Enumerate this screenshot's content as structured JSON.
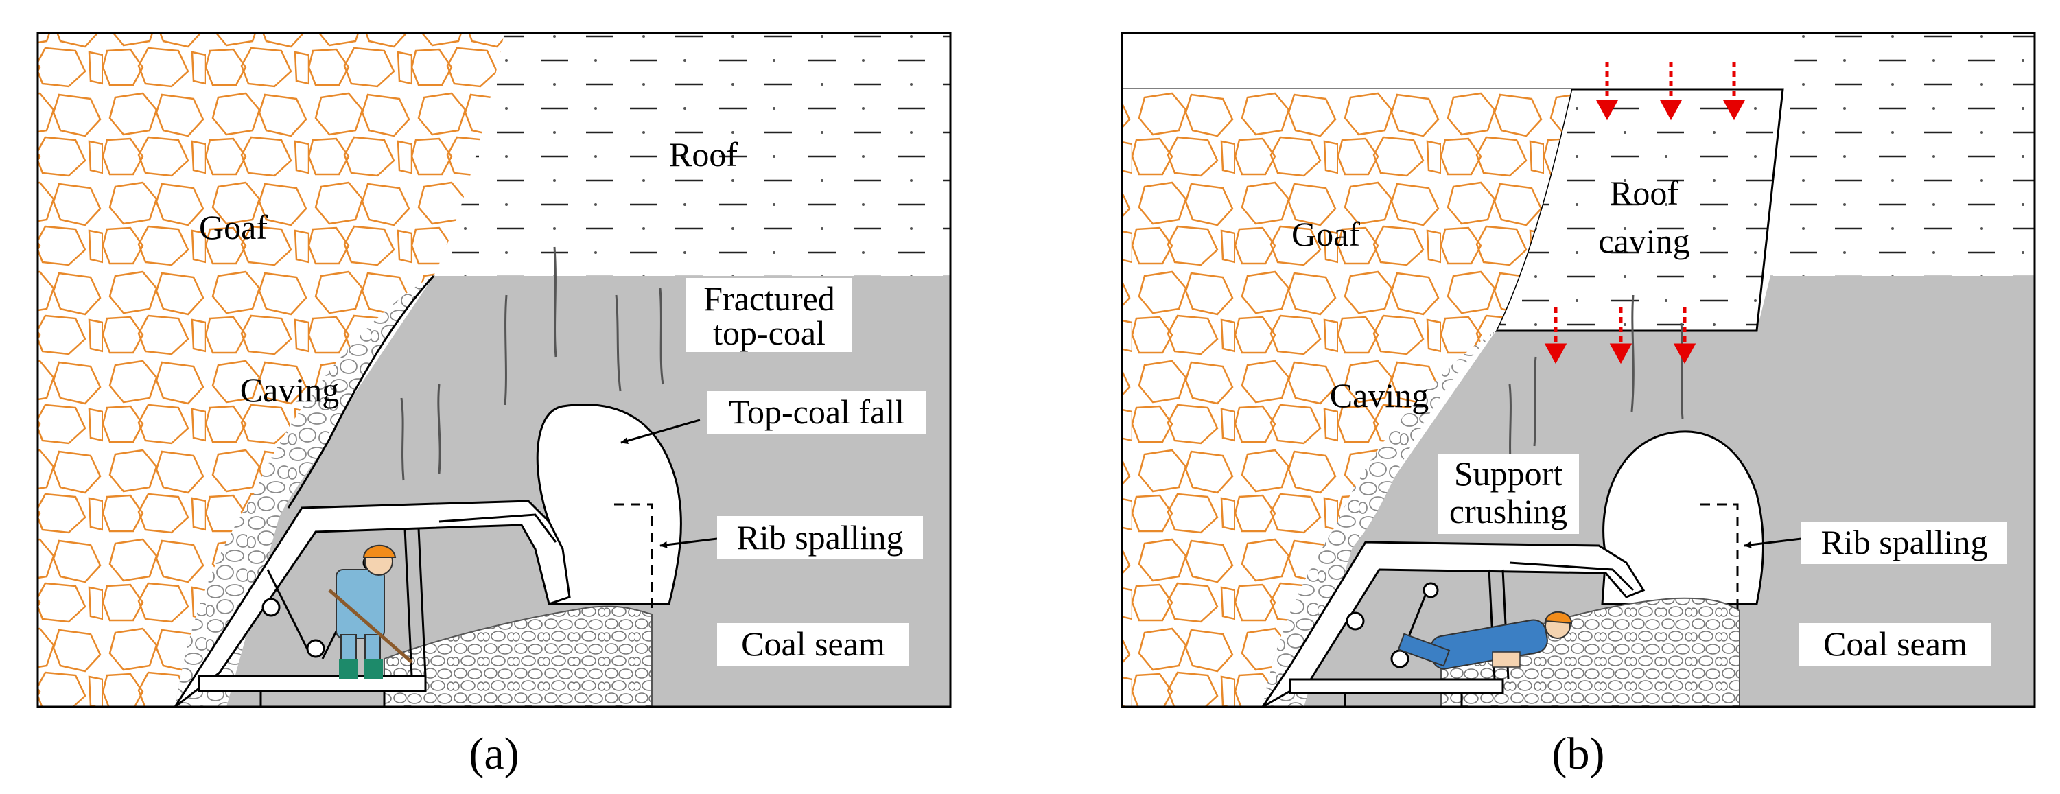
{
  "panels": [
    {
      "id": "a",
      "caption": "(a)",
      "labels": {
        "roof": "Roof",
        "goaf": "Goaf",
        "fractured_line1": "Fractured",
        "fractured_line2": "top-coal",
        "caving": "Caving",
        "top_coal_fall": "Top-coal fall",
        "rib_spalling": "Rib spalling",
        "coal_seam": "Coal seam"
      }
    },
    {
      "id": "b",
      "caption": "(b)",
      "labels": {
        "roof_caving_line1": "Roof",
        "roof_caving_line2": "caving",
        "goaf": "Goaf",
        "caving": "Caving",
        "support_line1": "Support",
        "support_line2": "crushing",
        "rib_spalling": "Rib spalling",
        "coal_seam": "Coal seam"
      }
    }
  ],
  "colors": {
    "goaf_outline": "#e8892a",
    "coal_seam": "#c0c0c0",
    "caving_outline": "#8a8a8a",
    "arrow_red": "#e60000",
    "worker_shirt": "#7fb8d8",
    "helmet": "#f28c1a"
  }
}
